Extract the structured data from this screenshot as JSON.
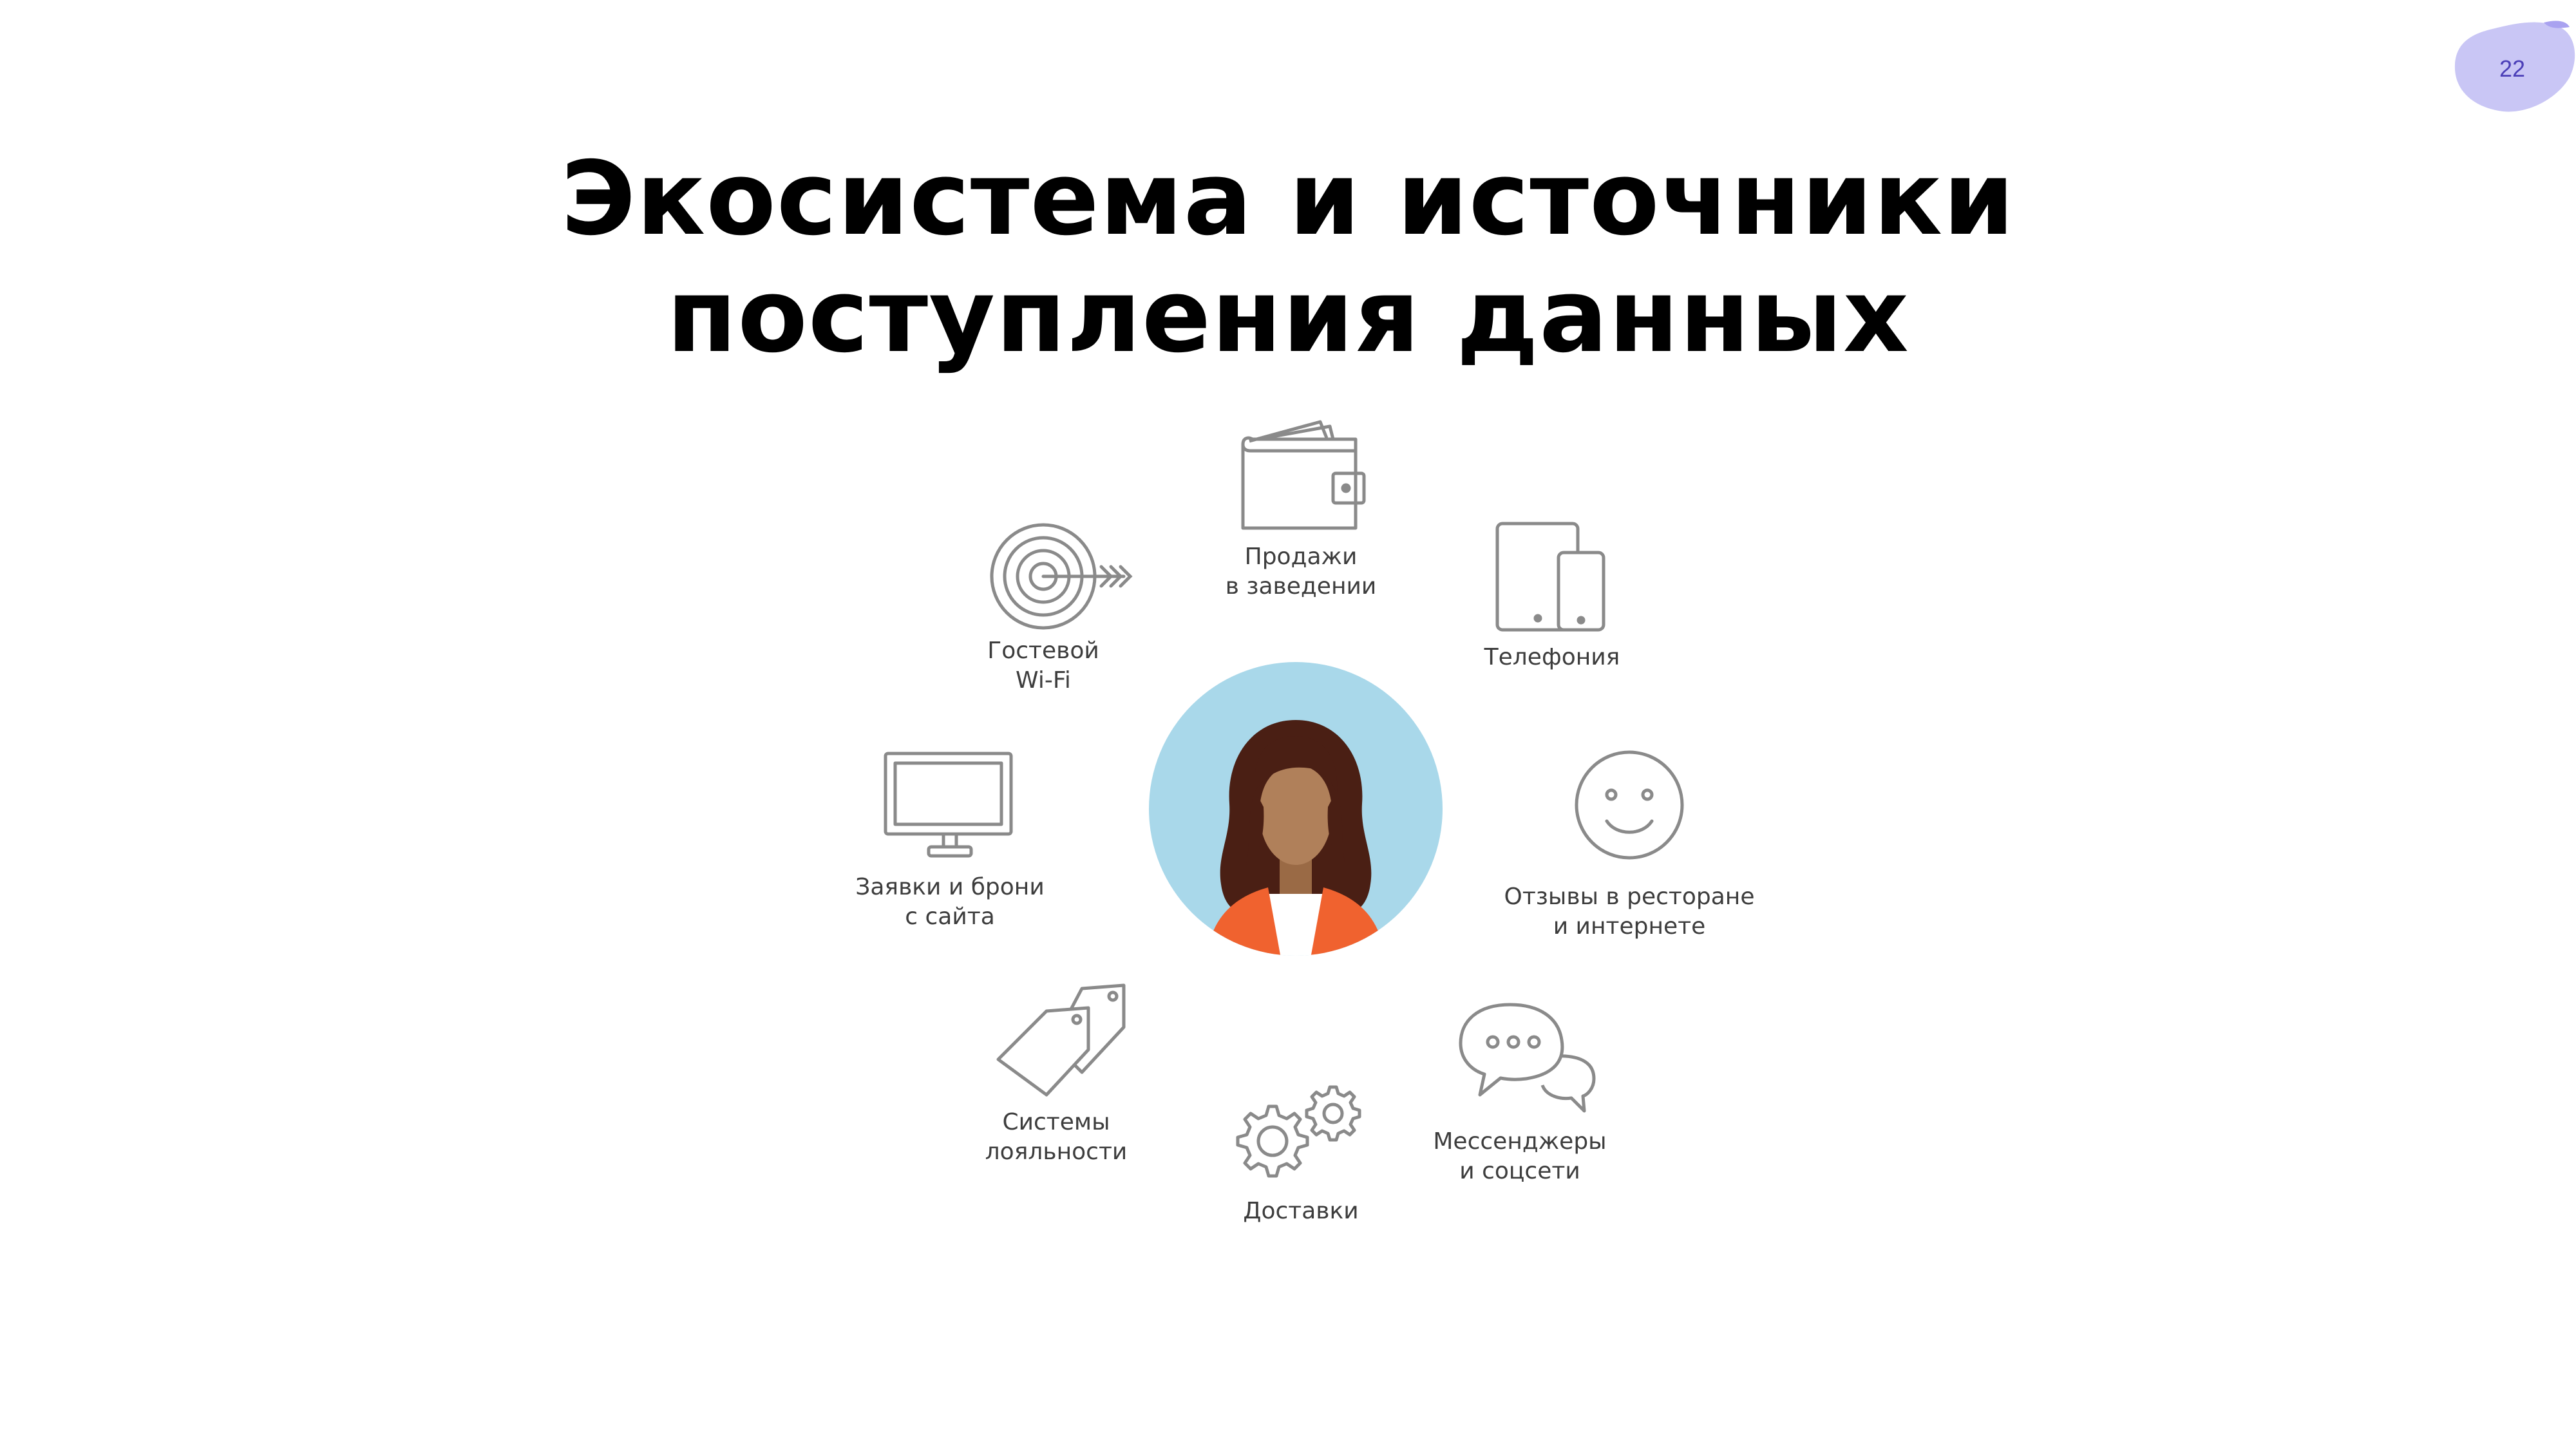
{
  "page_number": "22",
  "title_lines": [
    "Экосистема и источники",
    "поступления данных"
  ],
  "center": {
    "icon": "person-avatar"
  },
  "nodes": {
    "sales": {
      "lines": [
        "Продажи",
        "в заведении"
      ],
      "icon": "wallet-icon"
    },
    "telephony": {
      "lines": [
        "Телефония"
      ],
      "icon": "devices-icon"
    },
    "reviews": {
      "lines": [
        "Отзывы в ресторане",
        "и интернете"
      ],
      "icon": "smiley-icon"
    },
    "messengers": {
      "lines": [
        "Мессенджеры",
        "и соцсети"
      ],
      "icon": "chat-bubbles-icon"
    },
    "delivery": {
      "lines": [
        "Доставки"
      ],
      "icon": "gears-icon"
    },
    "loyalty": {
      "lines": [
        "Системы",
        "лояльности"
      ],
      "icon": "tags-icon"
    },
    "website": {
      "lines": [
        "Заявки и брони",
        "с сайта"
      ],
      "icon": "monitor-icon"
    },
    "wifi": {
      "lines": [
        "Гостевой",
        "Wi-Fi"
      ],
      "icon": "target-icon"
    }
  },
  "colors": {
    "badge": "#c9c6f5",
    "badge_text": "#4b3fb8",
    "icon_stroke": "#8a8a8a",
    "avatar_bg": "#a9d8ea",
    "jacket": "#f0622f",
    "hair": "#4a1f14",
    "skin": "#b0805a"
  }
}
